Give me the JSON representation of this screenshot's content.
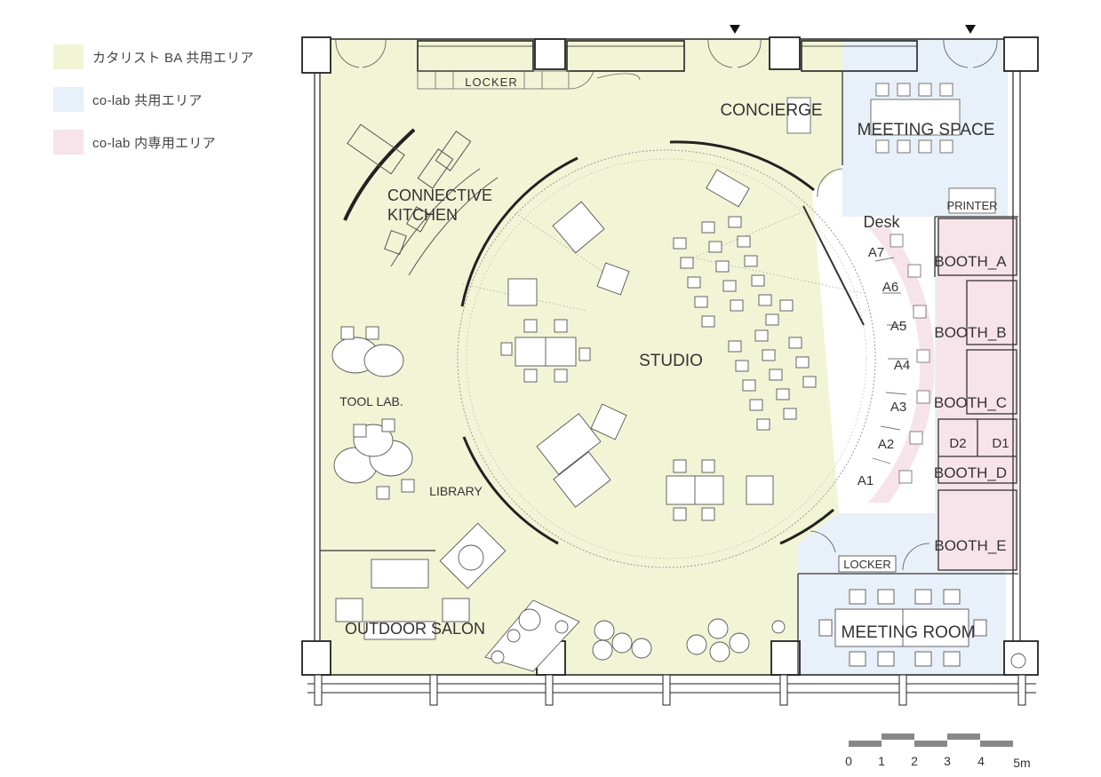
{
  "legend": [
    {
      "label": "カタリスト BA 共用エリア",
      "color": "#f1f5d6"
    },
    {
      "label": "co-lab 共用エリア",
      "color": "#e8f0f9"
    },
    {
      "label": "co-lab 内専用エリア",
      "color": "#f7e3ea"
    }
  ],
  "rooms": {
    "locker_top": "LOCKER",
    "concierge": "CONCIERGE",
    "meeting_space": "MEETING SPACE",
    "printer": "PRINTER",
    "desk": "Desk",
    "connective_kitchen_1": "CONNECTIVE",
    "connective_kitchen_2": "KITCHEN",
    "studio": "STUDIO",
    "tool_lab": "TOOL LAB.",
    "library": "LIBRARY",
    "outdoor_salon": "OUTDOOR SALON",
    "locker_bottom": "LOCKER",
    "meeting_room": "MEETING ROOM"
  },
  "desks": [
    "A7",
    "A6",
    "A5",
    "A4",
    "A3",
    "A2",
    "A1"
  ],
  "booths": [
    "BOOTH_A",
    "BOOTH_B",
    "BOOTH_C",
    "BOOTH_D",
    "BOOTH_E"
  ],
  "booth_d_units": [
    "D2",
    "D1"
  ],
  "scale": {
    "ticks": [
      "0",
      "1",
      "2",
      "3",
      "4"
    ],
    "end_label": "5m"
  }
}
